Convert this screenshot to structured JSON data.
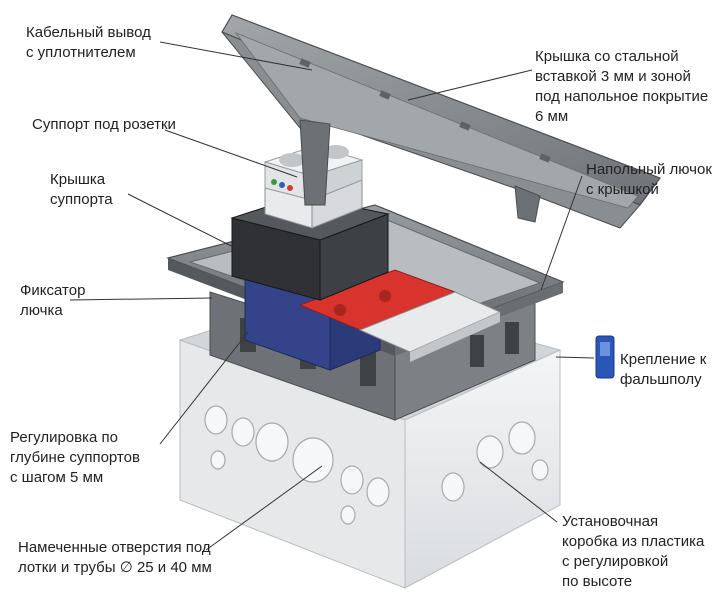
{
  "diagram": {
    "labels": {
      "cable_gland": [
        "Кабельный вывод",
        "с уплотнителем"
      ],
      "lid_steel": [
        "Крышка со стальной",
        "вставкой 3 мм и зоной",
        "под напольное покрытие",
        "6 мм"
      ],
      "socket_support": [
        "Суппорт под розетки"
      ],
      "support_cover": [
        "Крышка",
        "суппорта"
      ],
      "floor_hatch": [
        "Напольный лючок",
        "с крышкой"
      ],
      "hatch_lock": [
        "Фиксатор",
        "лючка"
      ],
      "false_floor_mount": [
        "Крепление к",
        "фальшполу"
      ],
      "depth_adjust": [
        "Регулировка по",
        "глубине суппортов",
        "с шагом 5 мм"
      ],
      "install_box": [
        "Установочная",
        "коробка из пластика",
        "с регулировкой",
        "по высоте"
      ],
      "knockouts": [
        "Намеченные отверстия под",
        "лотки и трубы ∅ 25 и 40 мм"
      ]
    },
    "colors": {
      "lid": "#8d9194",
      "frame": "#7d8185",
      "support_dark": "#3a3c40",
      "support_blue": "#3a4a8c",
      "socket_red": "#d8332c",
      "box_white": "#eceef0",
      "leader": "#333333"
    }
  }
}
